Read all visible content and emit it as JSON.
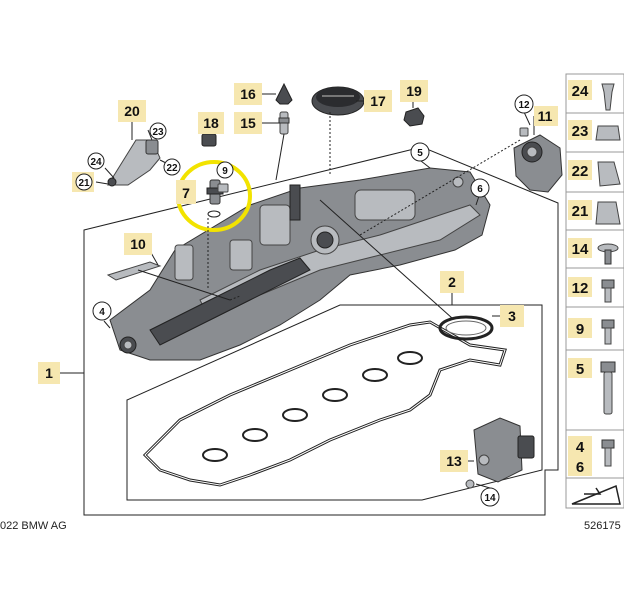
{
  "labels": {
    "p1": "1",
    "p2": "2",
    "p3": "3",
    "p4": "4",
    "p5": "5",
    "p6": "6",
    "p7": "7",
    "p9": "9",
    "p10": "10",
    "p11": "11",
    "p12": "12",
    "p13": "13",
    "p14": "14",
    "p15": "15",
    "p16": "16",
    "p17": "17",
    "p18": "18",
    "p19": "19",
    "p20": "20",
    "p21": "21",
    "p22": "22",
    "p23": "23",
    "p24": "24"
  },
  "sidebar": [
    "24",
    "23",
    "22",
    "21",
    "14",
    "12",
    "9",
    "5",
    "4",
    "6"
  ],
  "footer": {
    "copyright": "022 BMW AG",
    "diagram_number": "526175"
  },
  "colors": {
    "label_background": "#f6e7b0",
    "highlight_ring": "#f2e300",
    "part_grey": "#8a8d91"
  }
}
